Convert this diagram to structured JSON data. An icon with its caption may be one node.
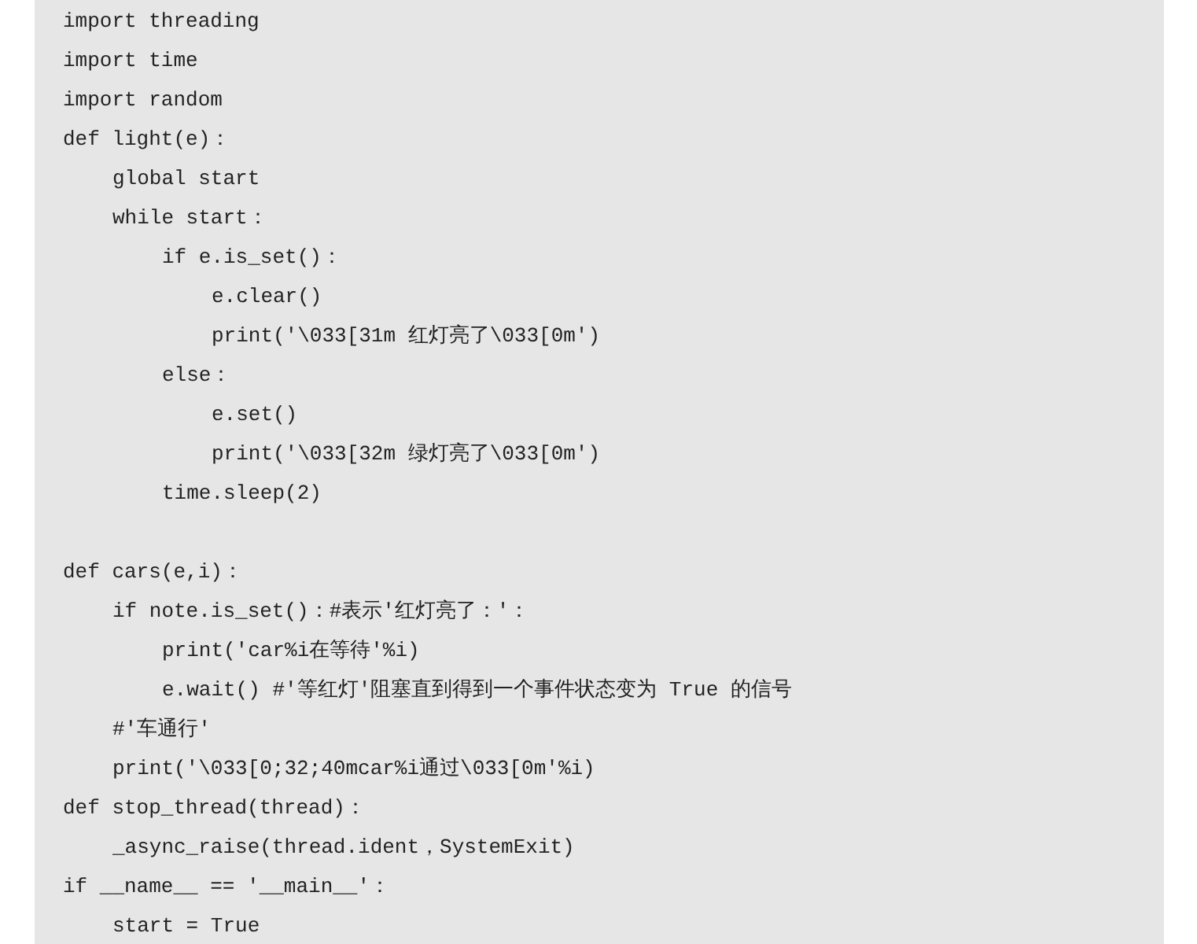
{
  "diagram": {
    "labels": [
      "import threading",
      "import time",
      "import random",
      "def light(e)：",
      "global start",
      "while start：",
      "if e.is_set()：",
      "e.clear()",
      "print('\\033[31m 红灯亮了\\033[0m')",
      "else：",
      "e.set()",
      "print('\\033[32m 绿灯亮了\\033[0m')",
      "time.sleep(2)",
      "def cars(e,i)：",
      "if note.is_set()：#表示'红灯亮了：'：",
      "print('car%i在等待'%i)",
      "e.wait() #'等红灯'阻塞直到得到一个事件状态变为 True 的信号",
      "#'车通行'",
      "print('\\033[0;32;40mcar%i通过\\033[0m'%i)",
      "def stop_thread(thread)：",
      "_async_raise(thread.ident，SystemExit)",
      "if __name__ == '__main__'：",
      "start = True"
    ]
  }
}
